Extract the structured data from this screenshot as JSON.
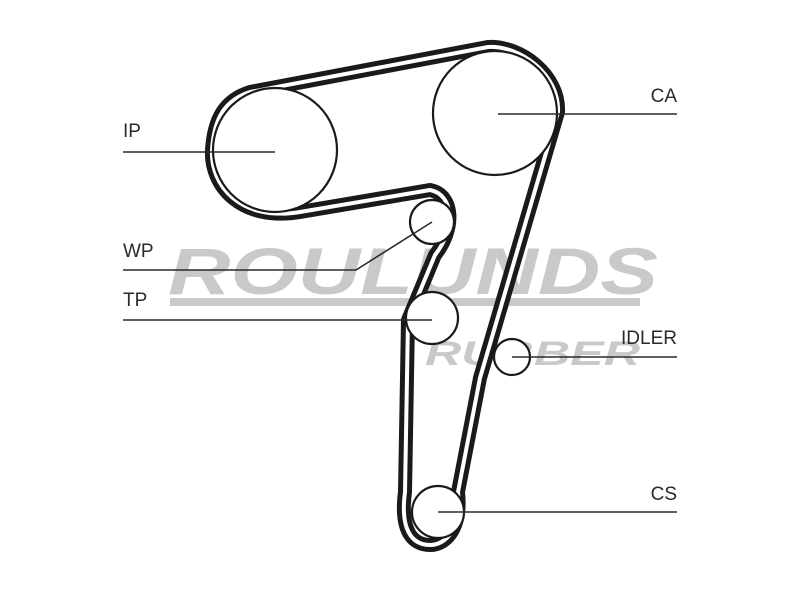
{
  "labels": {
    "ip": "IP",
    "ca": "CA",
    "wp": "WP",
    "tp": "TP",
    "idler": "IDLER",
    "cs": "CS"
  },
  "watermark": {
    "brand": "ROULUNDS",
    "sub": "RUBBER"
  },
  "colors": {
    "belt": "#1a1a1a",
    "text": "#2a2a2a",
    "watermark": "#c9c9c9",
    "background": "#ffffff"
  }
}
